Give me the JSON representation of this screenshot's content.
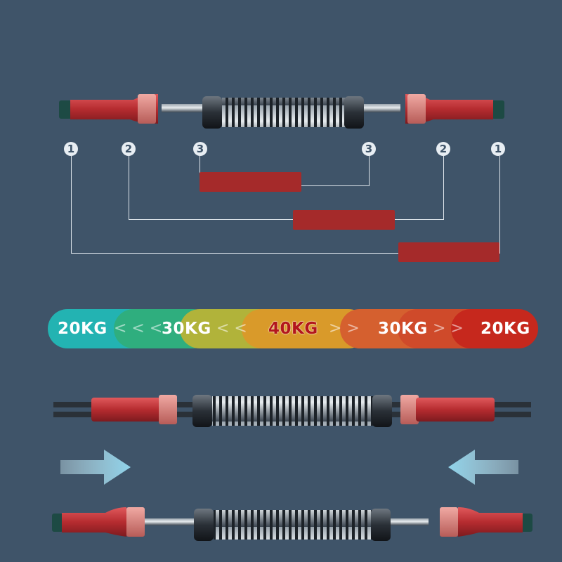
{
  "callouts": {
    "left": [
      "1",
      "2",
      "3"
    ],
    "right": [
      "3",
      "2",
      "1"
    ]
  },
  "weights": {
    "left_outer": "20KG",
    "left_inner": "30KG",
    "center": "40KG",
    "right_inner": "30KG",
    "right_outer": "20KG",
    "left_arrows": "< < <",
    "left_arrows2": "< <",
    "right_arrows": "> >",
    "right_arrows2": "> >"
  },
  "colors": {
    "background": "#3f5469",
    "label_bar": "#a52a2a",
    "grip_red": "#c0393b",
    "arrow_blue": "#8fd3ea",
    "center_text": "#b3171c"
  }
}
